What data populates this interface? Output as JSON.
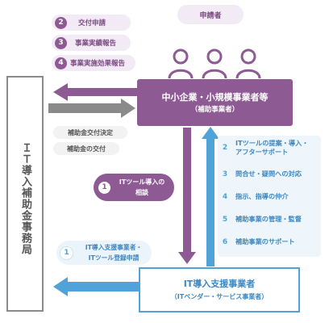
{
  "applicant_label": "申請者",
  "top_steps": [
    {
      "num": "2",
      "label": "交付申請"
    },
    {
      "num": "3",
      "label": "事業実績報告"
    },
    {
      "num": "4",
      "label": "事業実施効果報告"
    }
  ],
  "secretariat": {
    "title": "ＩＴ導入補助金事務局"
  },
  "sme": {
    "title": "中小企業・小規模事業者等",
    "subtitle": "（補助事業者）"
  },
  "grant_labels": [
    "補助金交付決定",
    "補助金の交付"
  ],
  "consult": {
    "num": "1",
    "line1": "ITツール導入の",
    "line2": "相談"
  },
  "registration": {
    "num": "1",
    "line1": "IT導入支援事業者・",
    "line2": "ITツール登録申請"
  },
  "support_items": [
    {
      "num": "2",
      "line1": "ITツールの提案・導入・",
      "line2": "アフターサポート"
    },
    {
      "num": "3",
      "line1": "問合せ・疑問への対応",
      "line2": ""
    },
    {
      "num": "4",
      "line1": "指示、指導の仲介",
      "line2": ""
    },
    {
      "num": "5",
      "line1": "補助事業の管理・監督",
      "line2": ""
    },
    {
      "num": "6",
      "line1": "補助事業のサポート",
      "line2": ""
    }
  ],
  "vendor": {
    "title": "IT導入支援事業者",
    "subtitle": "（ITベンダー・サービス事業者）"
  },
  "colors": {
    "purple": "#8d5a93",
    "blue": "#4fa3d9",
    "gray": "#8a8a8a"
  }
}
